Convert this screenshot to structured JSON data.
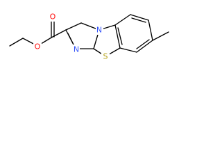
{
  "molecule": {
    "atoms": {
      "o_carbonyl": {
        "symbol": "O",
        "color": "#ff0d0d"
      },
      "o_ester": {
        "symbol": "O",
        "color": "#ff0d0d"
      },
      "n_imidazole": {
        "symbol": "N",
        "color": "#3050f8"
      },
      "n_bridgehead": {
        "symbol": "N",
        "color": "#3050f8"
      },
      "s_thiazole": {
        "symbol": "S",
        "color": "#b5a216"
      }
    },
    "bond_color": "#000000"
  }
}
